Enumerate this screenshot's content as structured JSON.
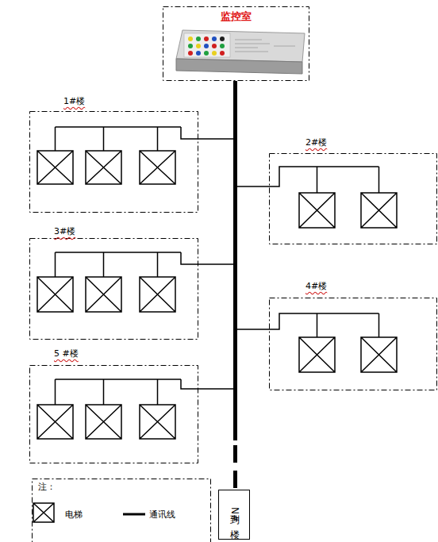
{
  "diagram": {
    "nodes": [
      {
        "text": [
          "监控室"
        ]
      },
      {
        "text": [
          "1#楼"
        ]
      },
      {
        "text": [
          "2#楼"
        ]
      },
      {
        "text": [
          "3#楼"
        ]
      },
      {
        "text": [
          "4#楼"
        ]
      },
      {
        "text": [
          "5 #楼"
        ]
      },
      {
        "text": [
          "到N#楼"
        ]
      }
    ],
    "edges": [
      {
        "from": 0,
        "to": 1,
        "arrow": "none"
      },
      {
        "from": 0,
        "to": 2,
        "arrow": "none"
      },
      {
        "from": 0,
        "to": 3,
        "arrow": "none"
      },
      {
        "from": 0,
        "to": 4,
        "arrow": "none"
      },
      {
        "from": 0,
        "to": 5,
        "arrow": "none"
      },
      {
        "from": 0,
        "to": 6,
        "arrow": "none"
      }
    ],
    "labels": [
      "注："
    ],
    "legend": [
      {
        "text": "电梯"
      },
      {
        "text": "通讯线"
      }
    ]
  }
}
